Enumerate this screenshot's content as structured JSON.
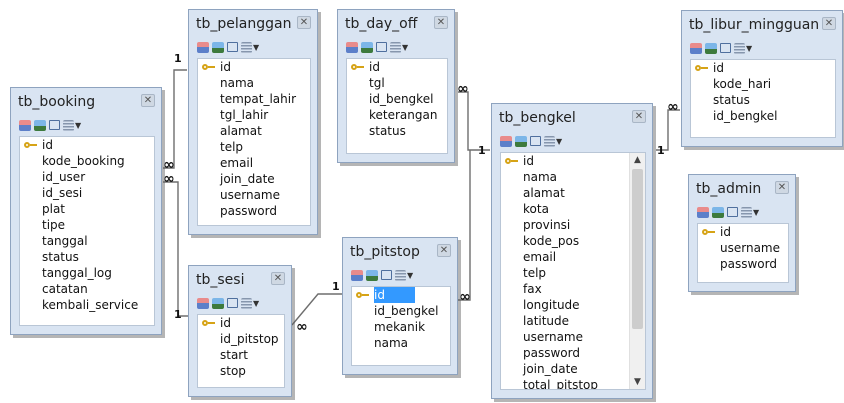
{
  "tables": {
    "tb_booking": {
      "title": "tb_booking",
      "fields": [
        "id",
        "kode_booking",
        "id_user",
        "id_sesi",
        "plat",
        "tipe",
        "tanggal",
        "status",
        "tanggal_log",
        "catatan",
        "kembali_service"
      ]
    },
    "tb_pelanggan": {
      "title": "tb_pelanggan",
      "fields": [
        "id",
        "nama",
        "tempat_lahir",
        "tgl_lahir",
        "alamat",
        "telp",
        "email",
        "join_date",
        "username",
        "password"
      ]
    },
    "tb_day_off": {
      "title": "tb_day_off",
      "fields": [
        "id",
        "tgl",
        "id_bengkel",
        "keterangan",
        "status"
      ]
    },
    "tb_libur_mingguan": {
      "title": "tb_libur_mingguan",
      "fields": [
        "id",
        "kode_hari",
        "status",
        "id_bengkel"
      ]
    },
    "tb_bengkel": {
      "title": "tb_bengkel",
      "fields": [
        "id",
        "nama",
        "alamat",
        "kota",
        "provinsi",
        "kode_pos",
        "email",
        "telp",
        "fax",
        "longitude",
        "latitude",
        "username",
        "password",
        "join_date",
        "total_pitstop"
      ]
    },
    "tb_admin": {
      "title": "tb_admin",
      "fields": [
        "id",
        "username",
        "password"
      ]
    },
    "tb_sesi": {
      "title": "tb_sesi",
      "fields": [
        "id",
        "id_pitstop",
        "start",
        "stop"
      ]
    },
    "tb_pitstop": {
      "title": "tb_pitstop",
      "fields": [
        "id",
        "id_bengkel",
        "mekanik",
        "nama"
      ],
      "selected_field": "id"
    }
  },
  "relationships": [
    {
      "from": "tb_booking",
      "to": "tb_pelanggan",
      "one_label": "1",
      "many_label": "∞"
    },
    {
      "from": "tb_booking",
      "to": "tb_sesi",
      "one_label": "1",
      "many_label": "∞"
    },
    {
      "from": "tb_sesi",
      "to": "tb_pitstop",
      "one_label": "1",
      "many_label": "∞"
    },
    {
      "from": "tb_day_off",
      "to": "tb_bengkel",
      "one_label": "1",
      "many_label": "∞"
    },
    {
      "from": "tb_pitstop",
      "to": "tb_bengkel",
      "one_label": "1",
      "many_label": "∞"
    },
    {
      "from": "tb_libur_mingguan",
      "to": "tb_bengkel",
      "one_label": "1",
      "many_label": "∞"
    }
  ],
  "icons": {
    "close": "close-icon",
    "key": "primary-key-icon",
    "toolbar": [
      "primary-key-table-icon",
      "save-icon",
      "relationship-icon",
      "properties-icon"
    ]
  },
  "colors": {
    "panel": "#d9e4f2",
    "selection": "#3399ff",
    "key": "#d6a316"
  }
}
